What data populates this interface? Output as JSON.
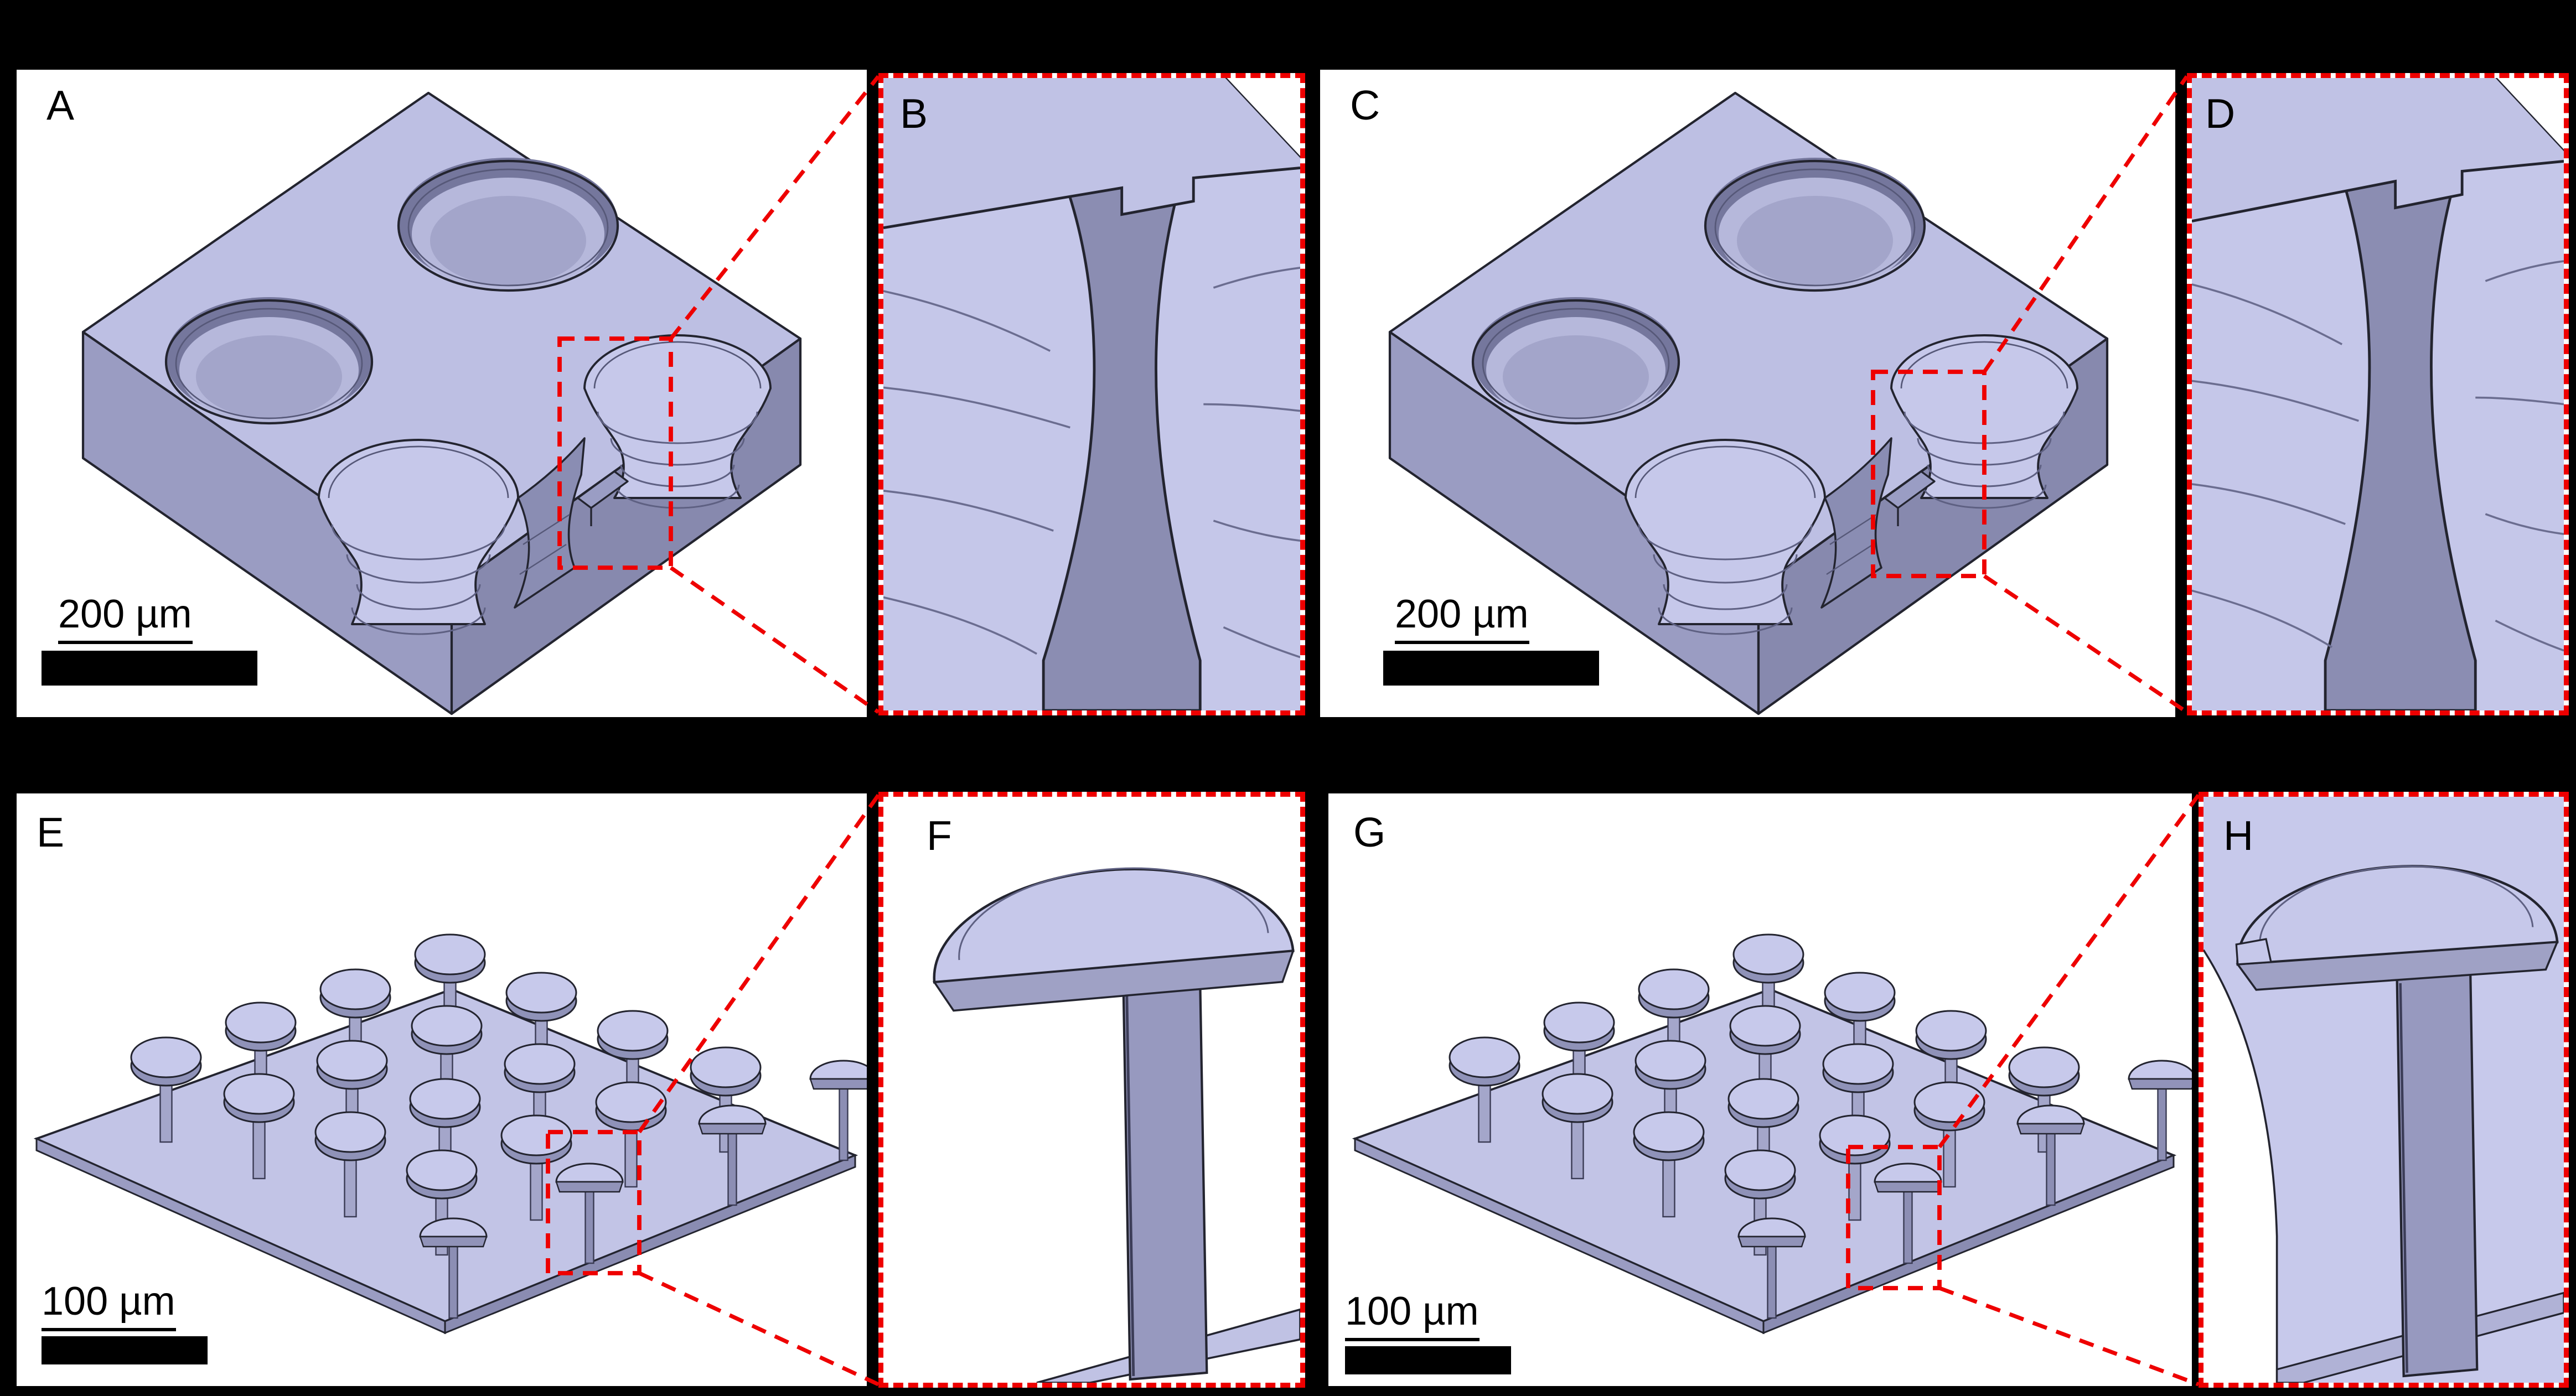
{
  "figure": {
    "kind": "multi-panel CAD microstructure figure",
    "rows": 2,
    "columns": 4
  },
  "panels": {
    "a": {
      "label": "A",
      "scale_bar": "200 µm",
      "content": "microwell array block, sectioned"
    },
    "b": {
      "label": "B",
      "content": "zoom inset of well wall cross-section"
    },
    "c": {
      "label": "C",
      "scale_bar": "200 µm",
      "content": "microwell array block, sectioned"
    },
    "d": {
      "label": "D",
      "content": "zoom inset of well wall cross-section with lip"
    },
    "e": {
      "label": "E",
      "scale_bar": "100 µm",
      "content": "T-shaped micropillar array, sectioned"
    },
    "f": {
      "label": "F",
      "content": "zoom inset of sectioned T-pillar"
    },
    "g": {
      "label": "G",
      "scale_bar": "100 µm",
      "content": "T-shaped micropillar array, sectioned"
    },
    "h": {
      "label": "H",
      "content": "zoom inset of sectioned T-pillar"
    }
  },
  "zoom_links": [
    {
      "from": "A",
      "to": "B"
    },
    {
      "from": "C",
      "to": "D"
    },
    {
      "from": "E",
      "to": "F"
    },
    {
      "from": "G",
      "to": "H"
    }
  ],
  "colors": {
    "background": "#000000",
    "panel_background": "#ffffff",
    "model_top": "#bdbfe3",
    "model_side_left": "#9a9cc2",
    "model_side_right": "#8789ae",
    "model_inner_surface": "#c6c8ea",
    "model_cross_section": "#8b8db2",
    "outline": "#23242f",
    "zoom_accent": "#ee0000",
    "scale_bar": "#000000",
    "label_text": "#000000"
  }
}
